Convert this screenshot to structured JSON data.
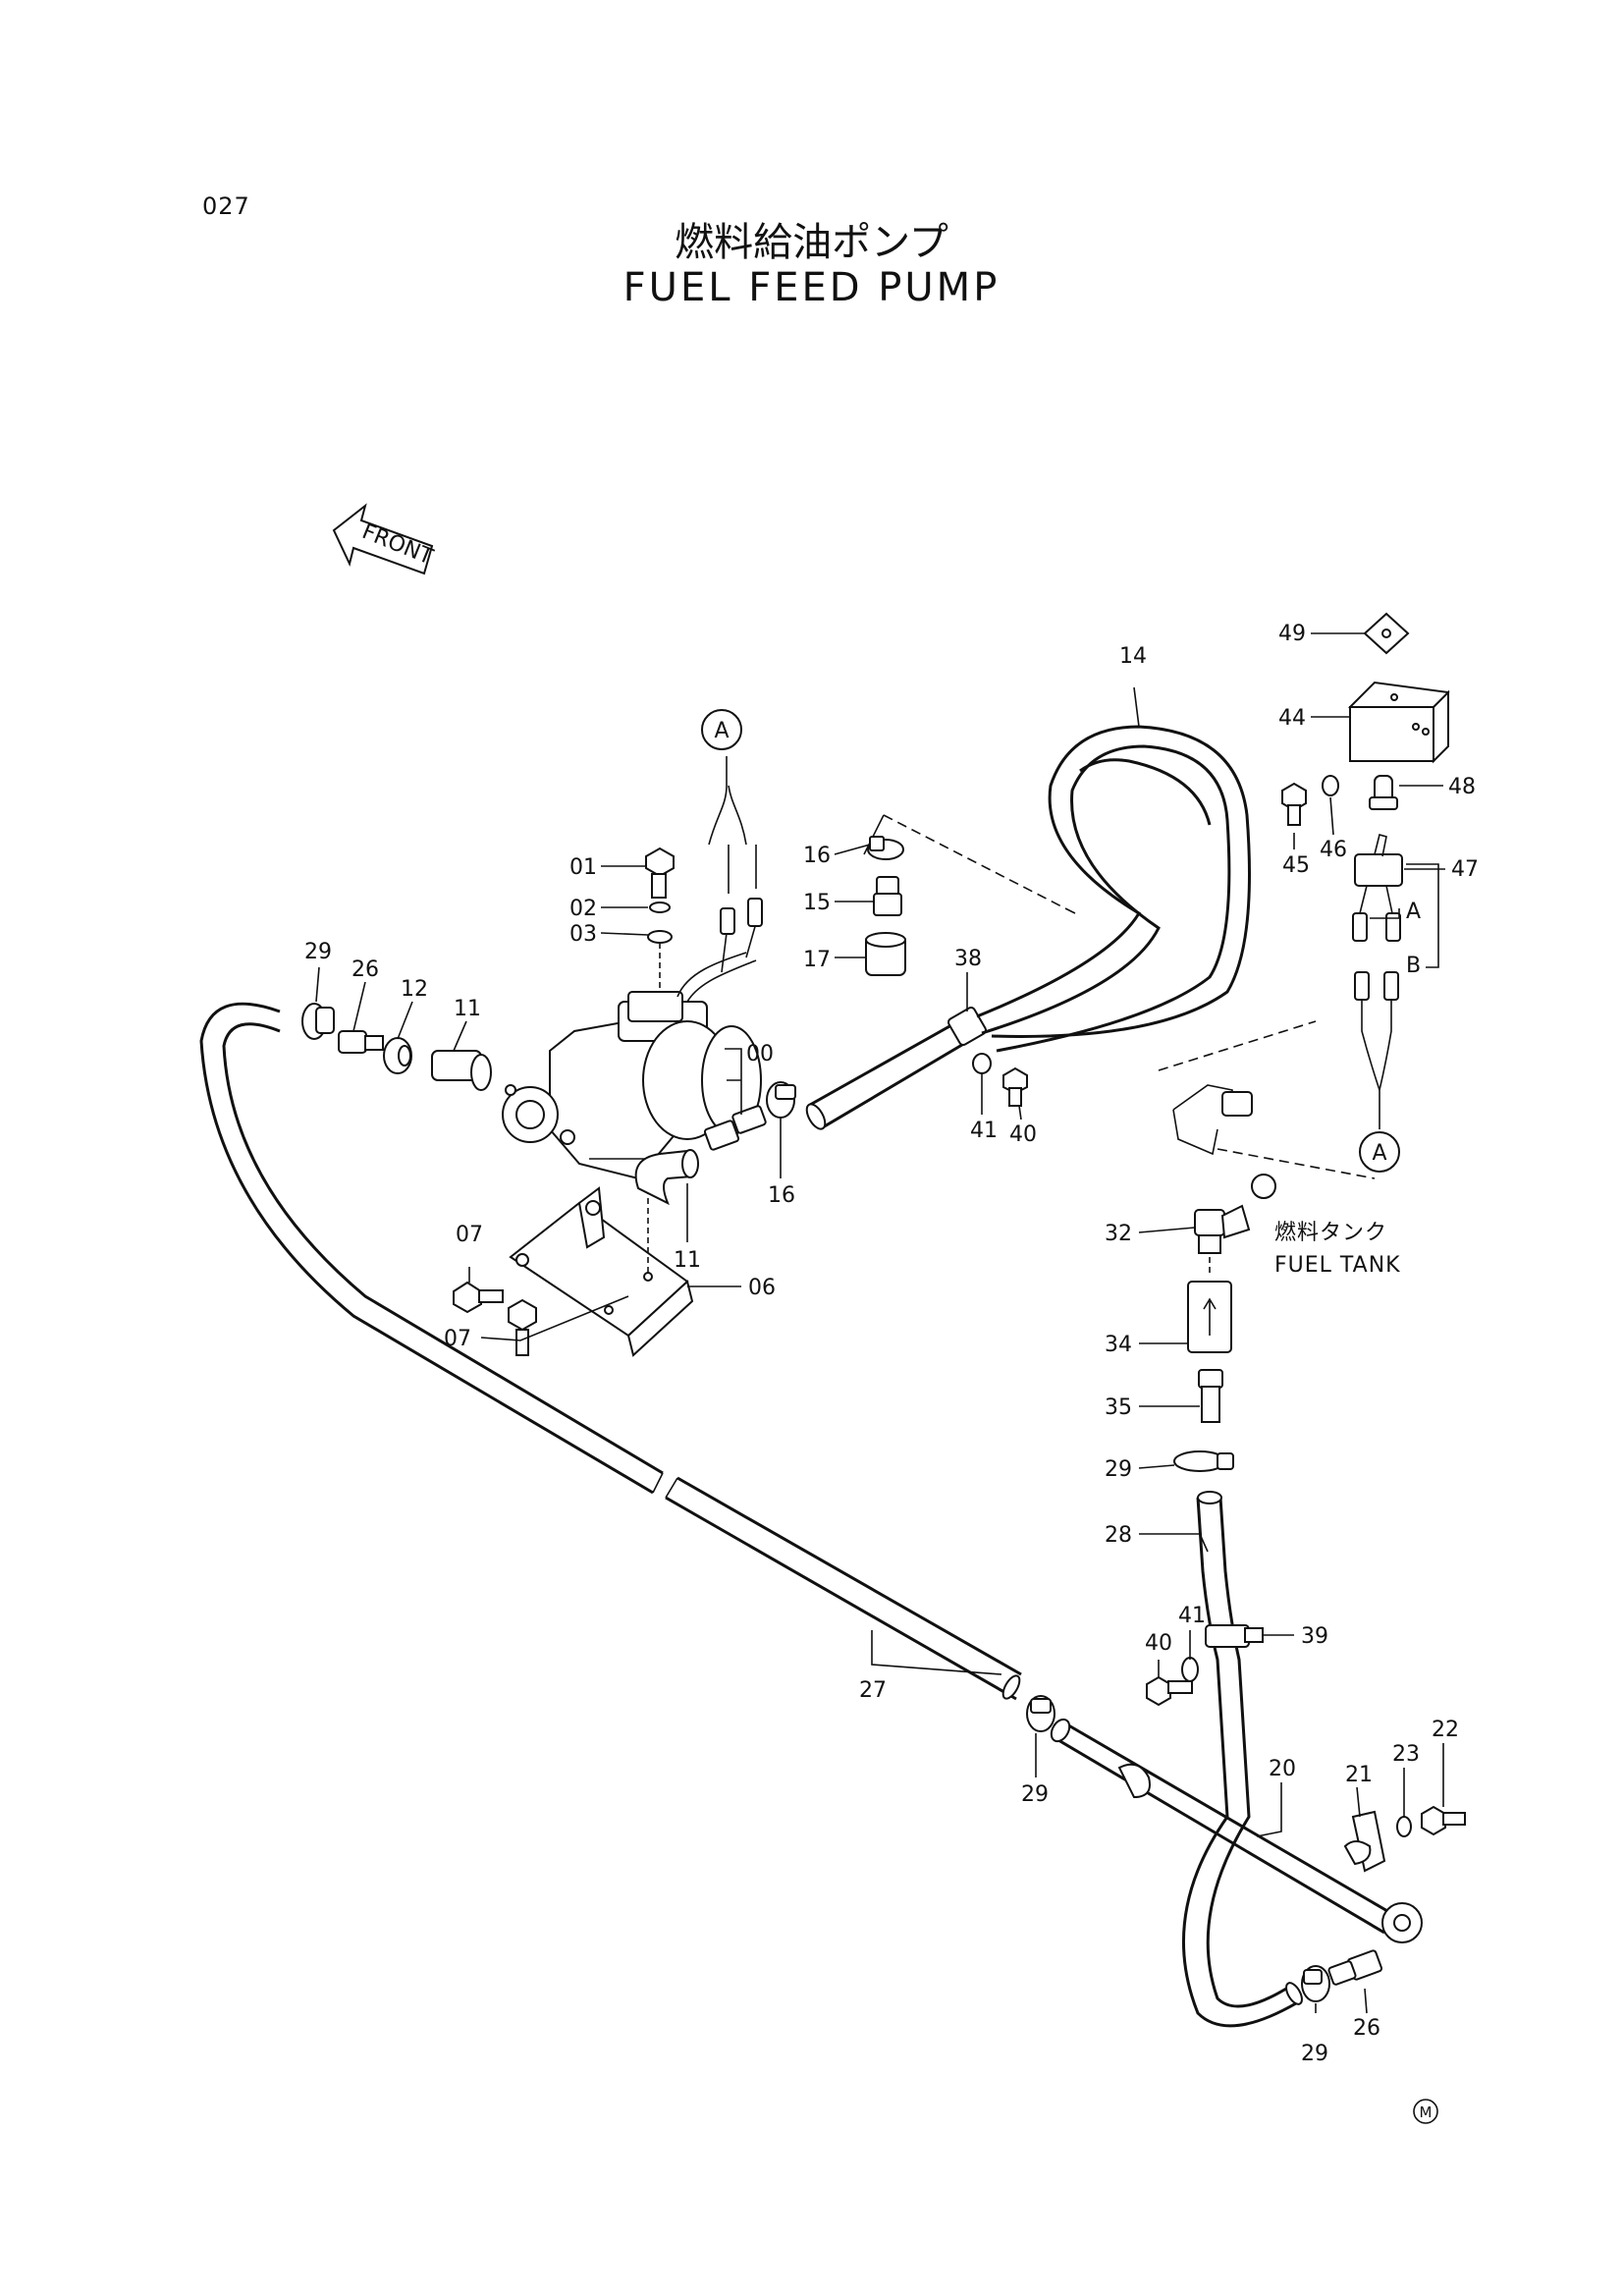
{
  "page_number": "027",
  "title_jp": "燃料給油ポンプ",
  "title_en": "FUEL FEED PUMP",
  "front_label": "FRONT",
  "connector_ref": "A",
  "tank_label_jp": "燃料タンク",
  "tank_label_en": "FUEL TANK",
  "wire_a": "A",
  "wire_b": "B",
  "footer_mark": "M",
  "callouts": {
    "c00": "00",
    "c01": "01",
    "c02": "02",
    "c03": "03",
    "c06": "06",
    "c07a": "07",
    "c07b": "07",
    "c11a": "11",
    "c11b": "11",
    "c12": "12",
    "c14": "14",
    "c15": "15",
    "c16a": "16",
    "c16b": "16",
    "c17": "17",
    "c20": "20",
    "c21": "21",
    "c22": "22",
    "c23": "23",
    "c26a": "26",
    "c26b": "26",
    "c27": "27",
    "c28": "28",
    "c29a": "29",
    "c29b": "29",
    "c29c": "29",
    "c29d": "29",
    "c32": "32",
    "c34": "34",
    "c35": "35",
    "c38": "38",
    "c39": "39",
    "c40a": "40",
    "c40b": "40",
    "c41a": "41",
    "c41b": "41",
    "c44": "44",
    "c45": "45",
    "c46": "46",
    "c47": "47",
    "c48": "48",
    "c49": "49"
  }
}
